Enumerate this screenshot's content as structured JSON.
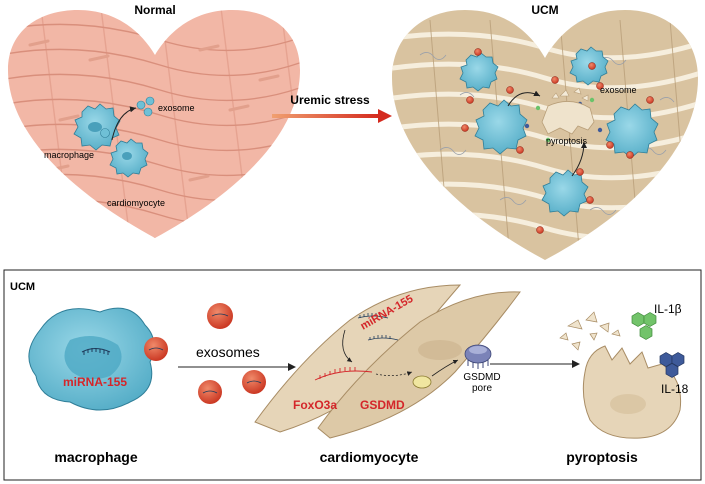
{
  "top": {
    "normal_title": "Normal",
    "ucm_title": "UCM",
    "arrow_label": "Uremic stress",
    "normal_labels": {
      "exosome": "exosome",
      "macrophage": "macrophage",
      "cardiomyocyte": "cardiomyocyte"
    },
    "ucm_labels": {
      "exosome": "exosome",
      "pyroptosis": "pyroptosis"
    }
  },
  "bottom": {
    "panel_title": "UCM",
    "mirna_macrophage": "miRNA-155",
    "exosomes": "exosomes",
    "mirna_cell": "miRNA-155",
    "foxo3a": "FoxO3a",
    "gsdmd": "GSDMD",
    "gsdmd_pore_1": "GSDMD",
    "gsdmd_pore_2": "pore",
    "il1b": "IL-1β",
    "il18": "IL-18",
    "caption_macrophage": "macrophage",
    "caption_cardiomyocyte": "cardiomyocyte",
    "caption_pyroptosis": "pyroptosis"
  },
  "colors": {
    "normal_heart": "#f2b7a6",
    "ucm_heart": "#d9c3a0",
    "macrophage": "#6fc0d6",
    "exosome_red": "#d9462e",
    "accent_red": "#d4262a",
    "cell_body": "#e6d5b8",
    "il1b_green": "#72c36a",
    "il18_blue": "#3e5a9a"
  }
}
